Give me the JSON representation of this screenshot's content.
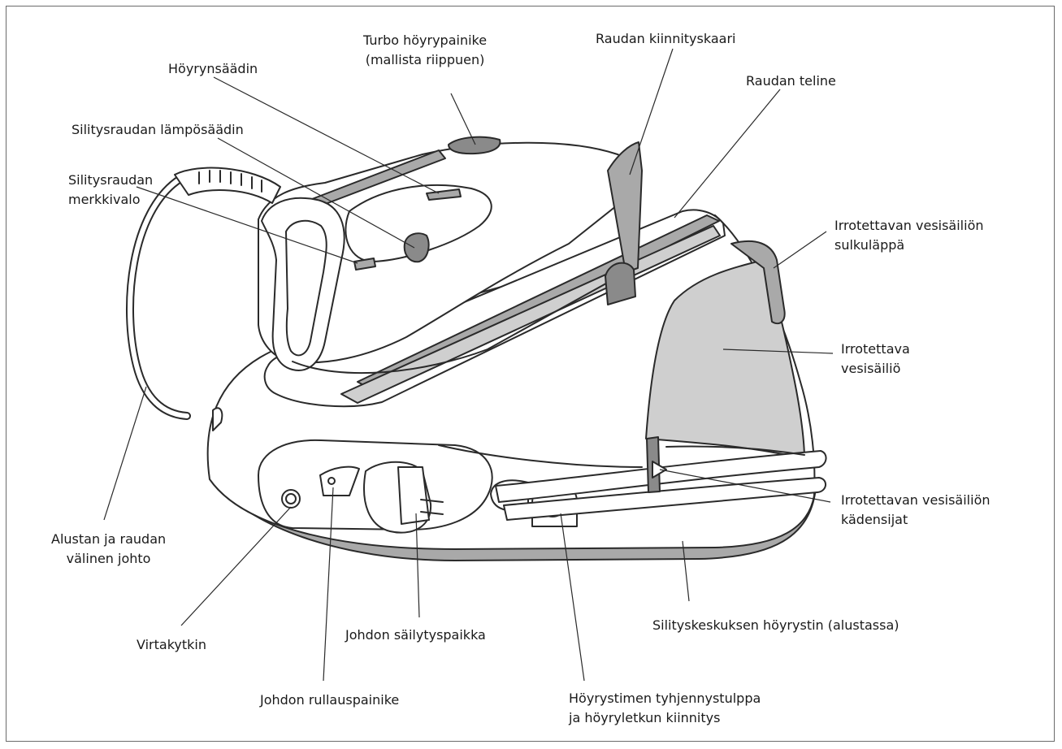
{
  "labels": {
    "turbo": [
      "Turbo höyrypainike",
      "(mallista riippuen)"
    ],
    "clip": [
      "Raudan kiinnityskaari"
    ],
    "steam_ctrl": [
      "Höyrynsäädin"
    ],
    "rest": [
      "Raudan teline"
    ],
    "temp_ctrl": [
      "Silitysraudan lämpösäädin"
    ],
    "pilot": [
      "Silitysraudan",
      "merkkivalo"
    ],
    "lid": [
      "Irrotettavan vesisäiliön",
      "sulkuläppä"
    ],
    "tank": [
      "Irrotettava",
      "vesisäiliö"
    ],
    "handles": [
      "Irrotettavan vesisäiliön",
      "kädensijat"
    ],
    "cord": [
      "Alustan ja raudan",
      "välinen johto"
    ],
    "boiler": [
      "Silityskeskuksen höyrystin (alustassa)"
    ],
    "power": [
      "Virtakytkin"
    ],
    "storage": [
      "Johdon säilytyspaikka"
    ],
    "rewind": [
      "Johdon rullauspainike"
    ],
    "drain": [
      "Höyrystimen tyhjennystulppa",
      "ja höyryletkun kiinnitys"
    ]
  },
  "colors": {
    "outline": "#2a2a2a",
    "grey_dark": "#8a8a8a",
    "grey_mid": "#a9a9a9",
    "grey_light": "#cfcfcf",
    "white": "#ffffff"
  }
}
